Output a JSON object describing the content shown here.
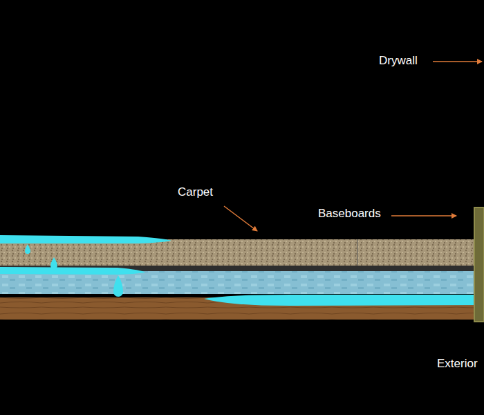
{
  "diagram": {
    "labels": [
      "Drywall",
      "Carpet",
      "Baseboards",
      "Exterior"
    ]
  }
}
